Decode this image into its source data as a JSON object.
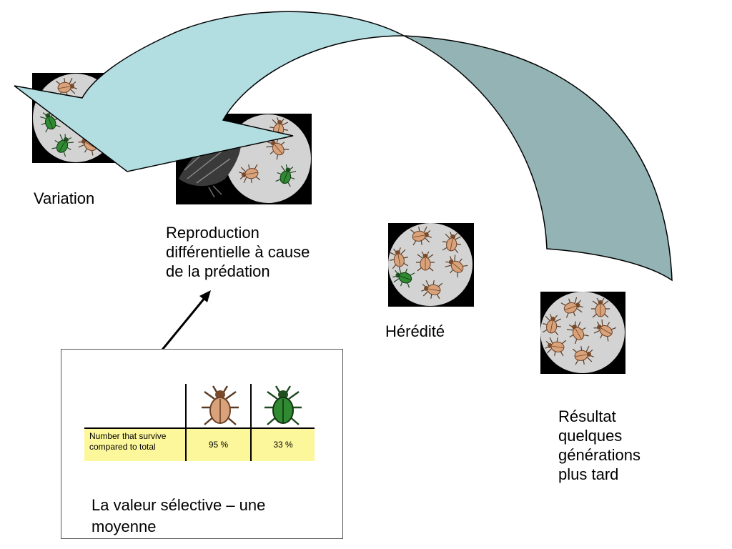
{
  "labels": {
    "variation": "Variation",
    "reproduction": "Reproduction\ndifférentielle à cause\nde la prédation",
    "heredite": "Hérédité",
    "resultat": "Résultat\nquelques\ngénérations\nplus tard"
  },
  "fitness_table": {
    "row_label": "Number that survive\ncompared to total",
    "tan_beetle_value": "95 %",
    "green_beetle_value": "33 %"
  },
  "panel_caption": "La valeur sélective – une\nmoyenne",
  "colors": {
    "arrow_light": "#b2dde1",
    "arrow_dark": "#93b3b5",
    "plate_gray": "#d3d3d3",
    "beetle_tan": "#d9a27a",
    "beetle_green": "#2f8a32",
    "table_highlight": "#fdf79b"
  }
}
